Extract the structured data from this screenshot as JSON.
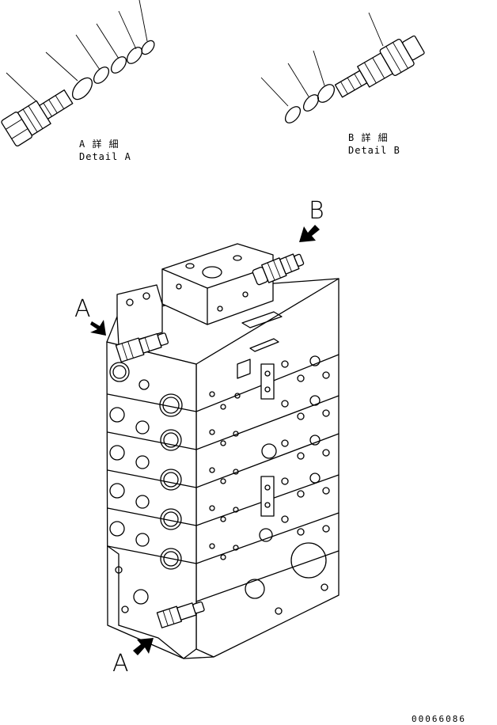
{
  "detail_a": {
    "label_jp": "A 詳 細",
    "label_en": "Detail A"
  },
  "detail_b": {
    "label_jp": "B 詳 細",
    "label_en": "Detail B"
  },
  "view_letters": {
    "a_top": "A",
    "a_bottom": "A",
    "b": "B"
  },
  "drawing_code": "00066086"
}
